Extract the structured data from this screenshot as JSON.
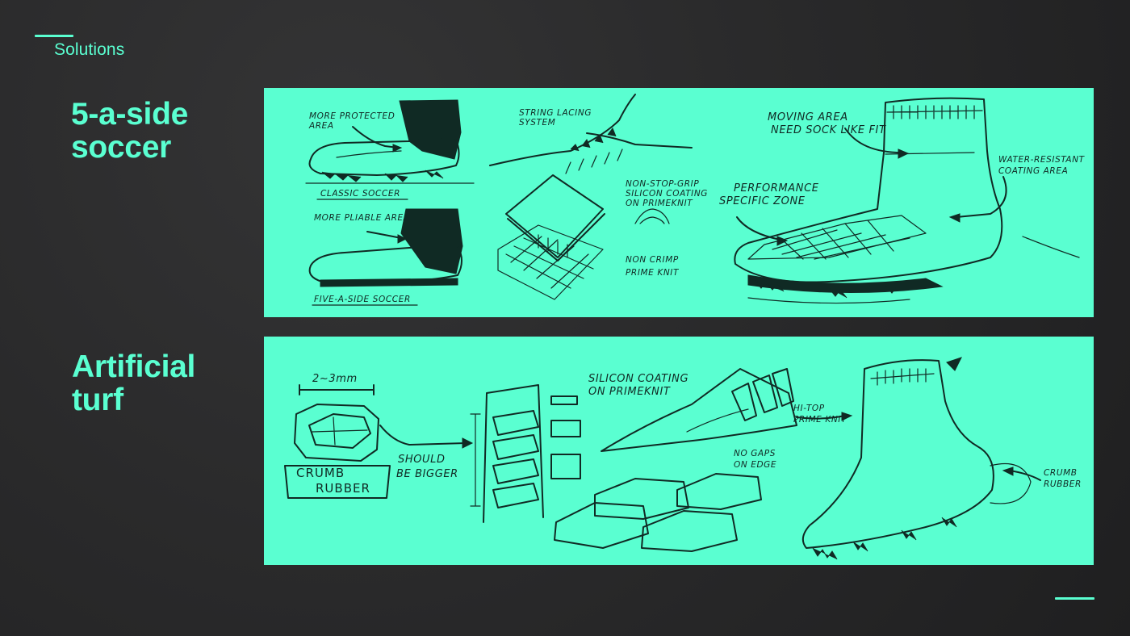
{
  "header": {
    "section_title": "Solutions"
  },
  "panels": [
    {
      "label_line1": "5-a-side",
      "label_line2": "soccer",
      "notes": {
        "more_protected_area_1": "MORE PROTECTED",
        "more_protected_area_2": "AREA",
        "classic_soccer": "CLASSIC SOCCER",
        "more_pliable_area": "MORE PLIABLE AREA",
        "five_a_side_soccer": "FIVE-A-SIDE SOCCER",
        "string_lacing_1": "STRING LACING",
        "string_lacing_2": "SYSTEM",
        "non_stop_grip_1": "NON-STOP-GRIP",
        "non_stop_grip_2": "SILICON COATING",
        "non_stop_grip_3": "ON PRIMEKNIT",
        "non_crimp_1": "NON CRIMP",
        "non_crimp_2": "PRIME KNIT",
        "moving_area_1": "MOVING AREA",
        "moving_area_2": "NEED SOCK LIKE FIT",
        "performance_1": "PERFORMANCE",
        "performance_2": "SPECIFIC ZONE",
        "water_resistant_1": "WATER-RESISTANT",
        "water_resistant_2": "COATING AREA"
      }
    },
    {
      "label_line1": "Artificial",
      "label_line2": "turf",
      "notes": {
        "dimension": "2~3mm",
        "crumb_rubber_box_1": "CRUMB",
        "crumb_rubber_box_2": "RUBBER",
        "should_be_bigger_1": "SHOULD",
        "should_be_bigger_2": "BE BIGGER",
        "silicon_coating_1": "SILICON COATING",
        "silicon_coating_2": "ON PRIMEKNIT",
        "no_gaps_1": "NO GAPS",
        "no_gaps_2": "ON EDGE",
        "hi_top_1": "HI-TOP",
        "hi_top_2": "PRIME KNIT",
        "crumb_rubber_1": "CRUMB",
        "crumb_rubber_2": "RUBBER"
      }
    }
  ],
  "colors": {
    "accent": "#5affd1",
    "background": "#2a2a2b",
    "ink": "#102a24"
  }
}
